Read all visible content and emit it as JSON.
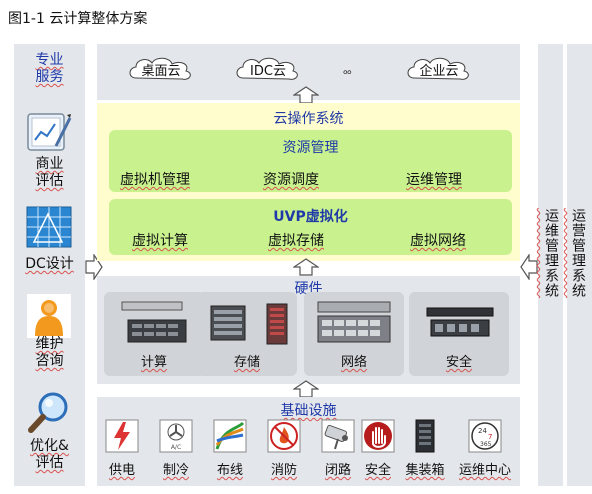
{
  "title": "图1-1  云计算整体方案",
  "left_column": {
    "header_line1": "专业",
    "header_line2": "服务",
    "items": [
      {
        "line1": "商业",
        "line2": "评估",
        "icon": "chart-icon"
      },
      {
        "line1": "DC设计",
        "line2": "",
        "icon": "blueprint-icon"
      },
      {
        "line1": "维护",
        "line2": "咨询",
        "icon": "person-icon"
      },
      {
        "line1": "优化&",
        "line2": "评估",
        "icon": "magnifier-icon"
      }
    ]
  },
  "clouds": [
    "桌面云",
    "IDC云",
    "。。",
    "企业云"
  ],
  "os_title": "云操作系统",
  "resource_mgmt": {
    "title": "资源管理",
    "items": [
      "虚拟机管理",
      "资源调度",
      "运维管理"
    ]
  },
  "uvp": {
    "title": "UVP虚拟化",
    "items": [
      "虚拟计算",
      "虚拟存储",
      "虚拟网络"
    ]
  },
  "hardware": {
    "title": "硬件",
    "items": [
      "计算",
      "存储",
      "网络",
      "安全"
    ]
  },
  "infrastructure": {
    "title": "基础设施",
    "items": [
      "供电",
      "制冷",
      "布线",
      "消防",
      "闭路",
      "安全",
      "集装箱",
      "运维中心"
    ]
  },
  "right_columns": {
    "ops_mgmt": "运维管理系统",
    "operation_mgmt": "运营管理系统"
  },
  "colors": {
    "panel": "#e3e6ea",
    "os_bg": "#fffccd",
    "green": "#c9f28f",
    "blue_text": "#1f3aa8"
  }
}
